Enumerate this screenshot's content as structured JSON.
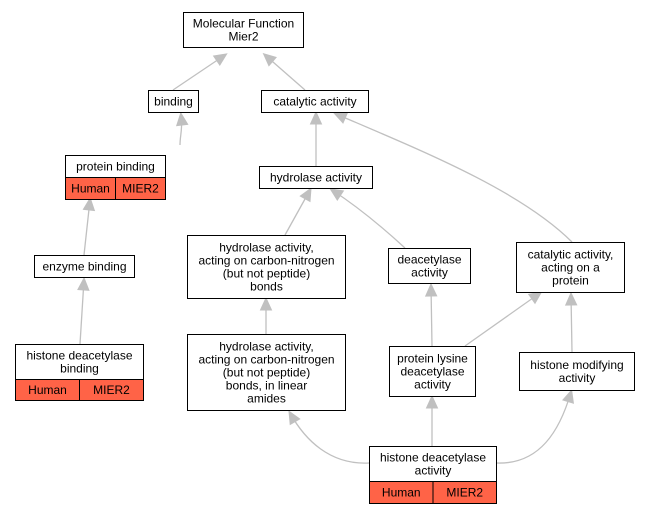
{
  "nodes": {
    "mf": {
      "lines": [
        "Molecular Function",
        "Mier2"
      ]
    },
    "binding": {
      "lines": [
        "binding"
      ]
    },
    "cat": {
      "lines": [
        "catalytic activity"
      ]
    },
    "pb": {
      "lines": [
        "protein binding"
      ],
      "tags": [
        "Human",
        "MIER2"
      ]
    },
    "hydro": {
      "lines": [
        "hydrolase activity"
      ]
    },
    "eb": {
      "lines": [
        "enzyme binding"
      ]
    },
    "hacn": {
      "lines": [
        "hydrolase activity,",
        "acting on carbon-nitrogen",
        "(but not peptide)",
        "bonds"
      ]
    },
    "deac": {
      "lines": [
        "deacetylase",
        "activity"
      ]
    },
    "catp": {
      "lines": [
        "catalytic activity,",
        "acting on a",
        "protein"
      ]
    },
    "hdb": {
      "lines": [
        "histone deacetylase",
        "binding"
      ],
      "tags": [
        "Human",
        "MIER2"
      ]
    },
    "hacnl": {
      "lines": [
        "hydrolase activity,",
        "acting on carbon-nitrogen",
        "(but not peptide)",
        "bonds, in linear",
        "amides"
      ]
    },
    "pld": {
      "lines": [
        "protein lysine",
        "deacetylase",
        "activity"
      ]
    },
    "hma": {
      "lines": [
        "histone modifying",
        "activity"
      ]
    },
    "hda": {
      "lines": [
        "histone deacetylase",
        "activity"
      ],
      "tags": [
        "Human",
        "MIER2"
      ]
    }
  },
  "colors": {
    "tag_fill": "#ff6347",
    "edge": "#c0c0c0",
    "border": "#000000"
  }
}
